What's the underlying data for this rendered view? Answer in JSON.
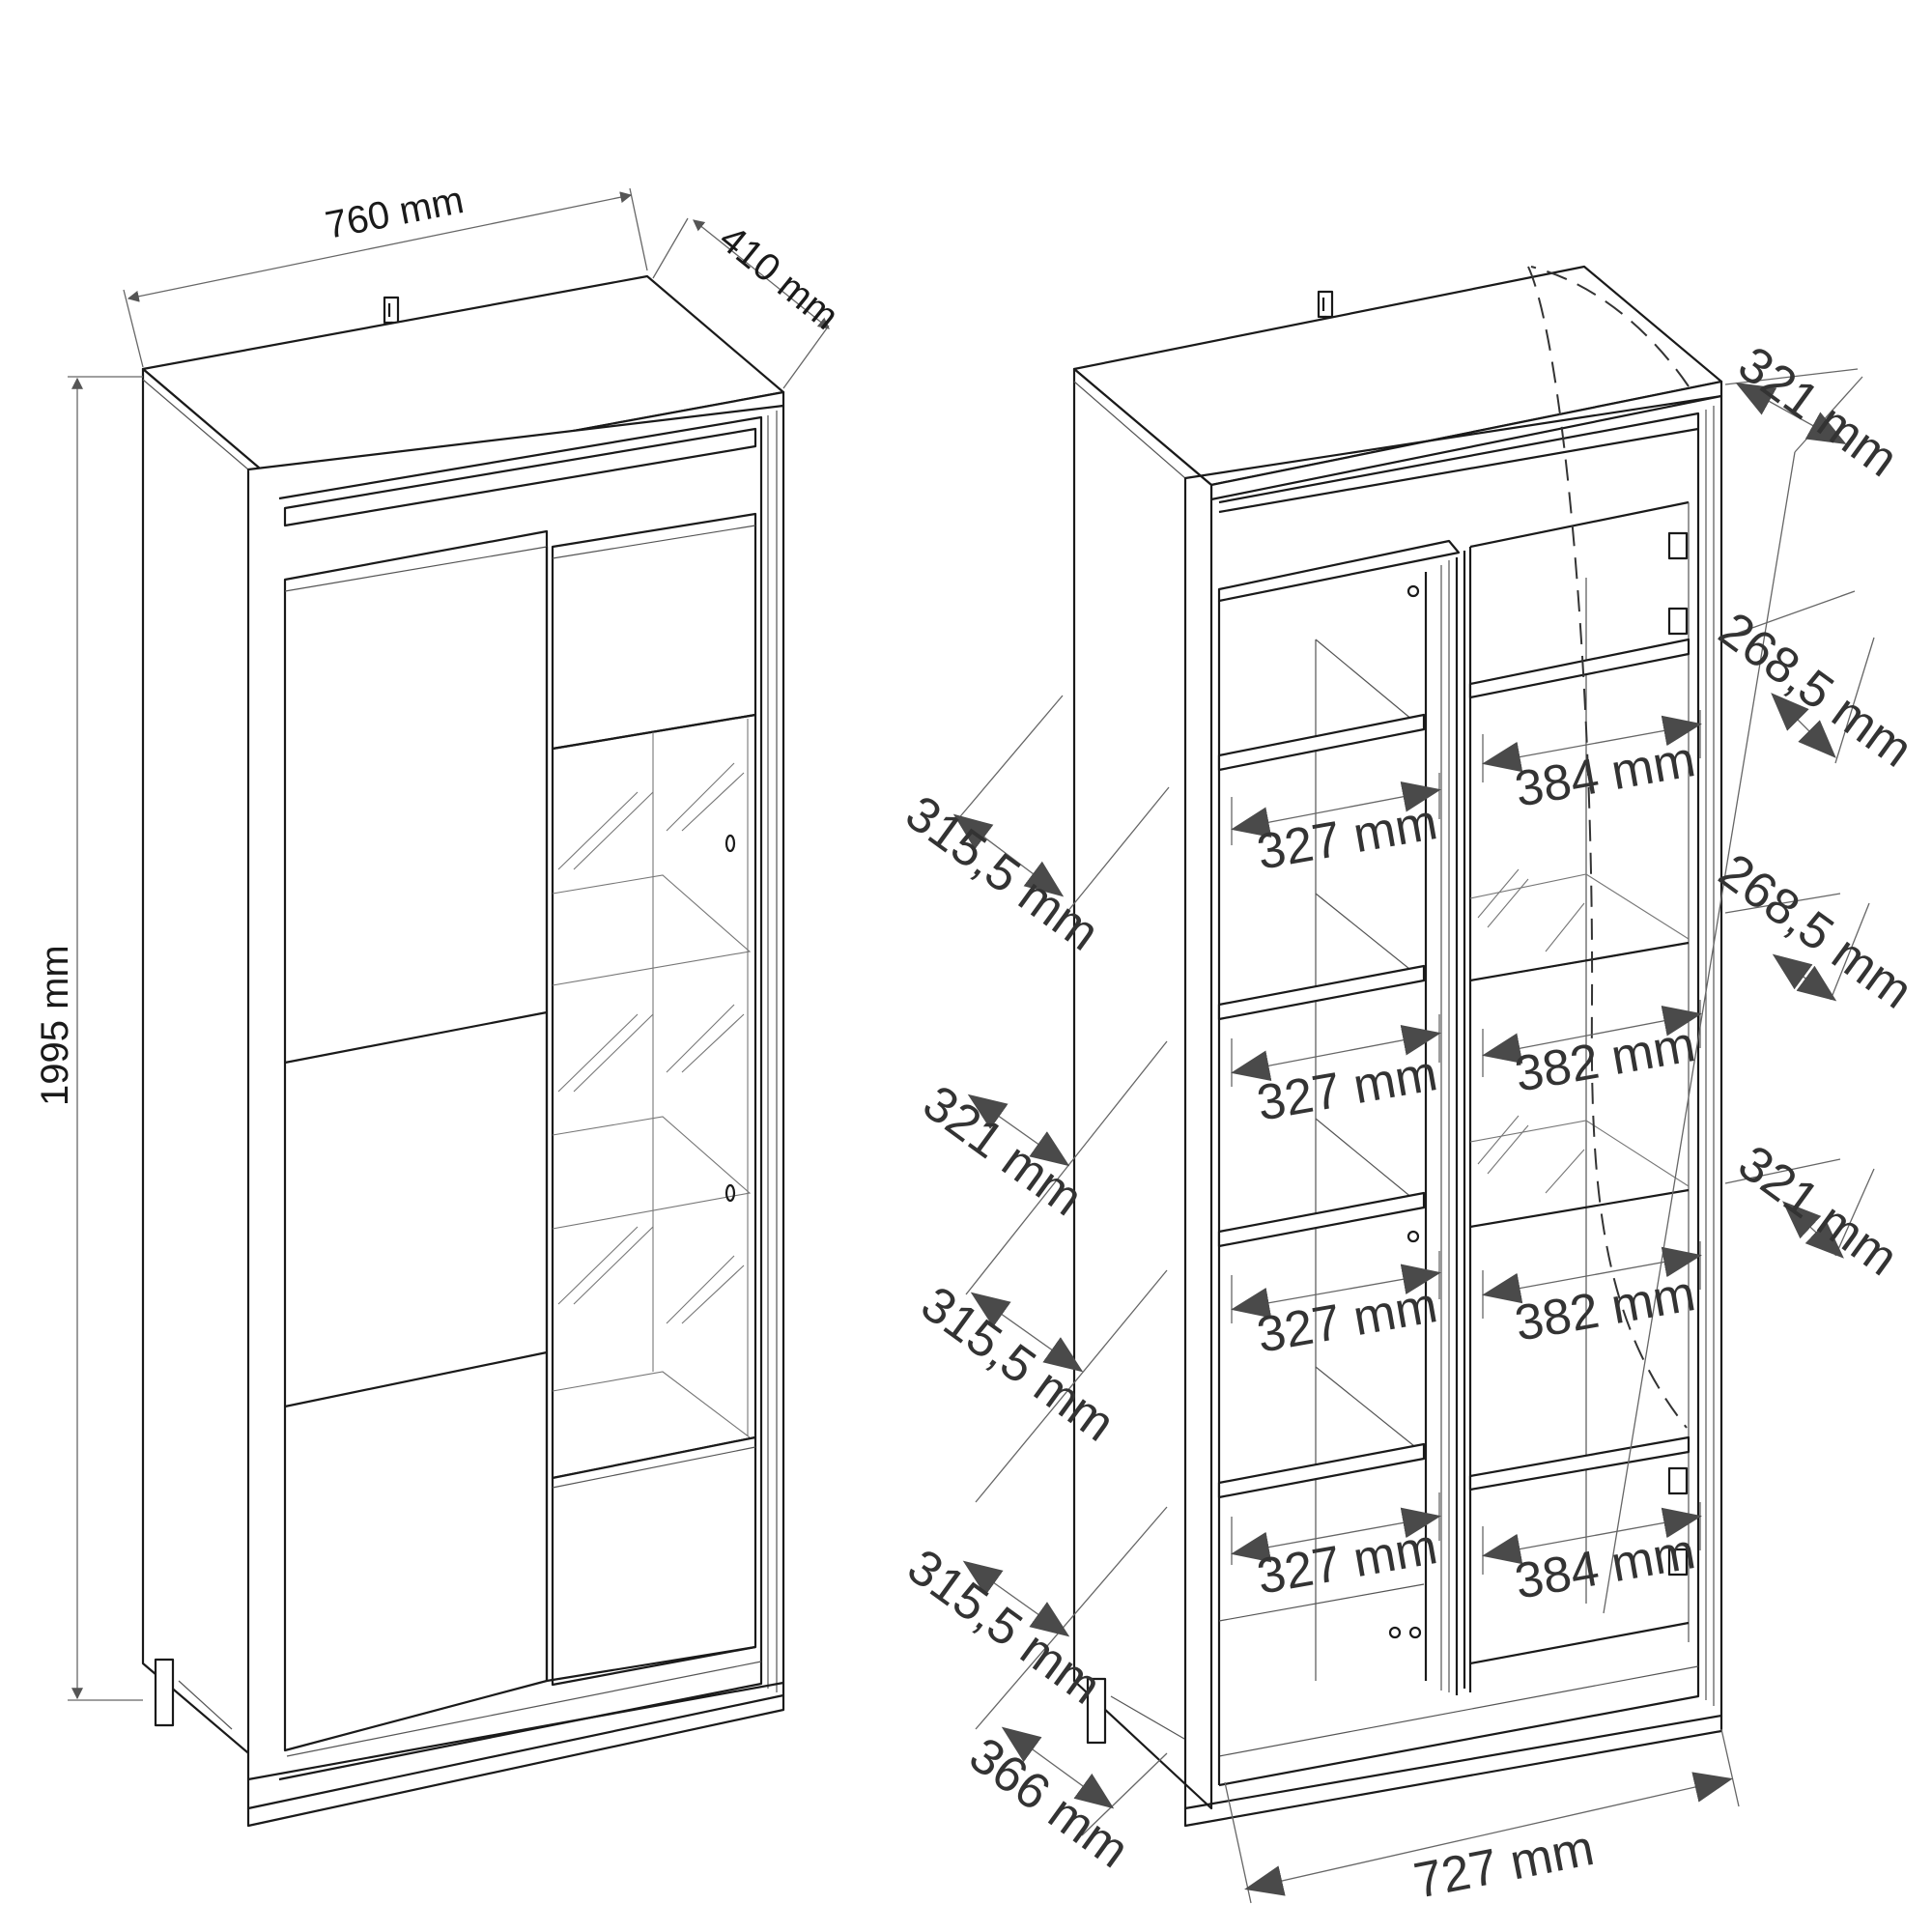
{
  "left_view": {
    "width_label": "760 mm",
    "depth_label": "410 mm",
    "height_label": "1995 mm"
  },
  "right_view": {
    "left_column_labels": [
      "315,5 mm",
      "321 mm",
      "315,5 mm",
      "315,5 mm",
      "366 mm"
    ],
    "left_shelf_labels": [
      "327 mm",
      "327 mm",
      "327 mm",
      "327 mm"
    ],
    "right_shelf_labels": [
      "384 mm",
      "382 mm",
      "382 mm",
      "384 mm"
    ],
    "right_column_labels": [
      "321 mm",
      "268,5 mm",
      "268,5 mm",
      "321 mm"
    ],
    "inner_width_label": "727 mm"
  },
  "colors": {
    "line": "#1a1a1a",
    "label": "#333333",
    "arrow": "#4a4a4a"
  }
}
